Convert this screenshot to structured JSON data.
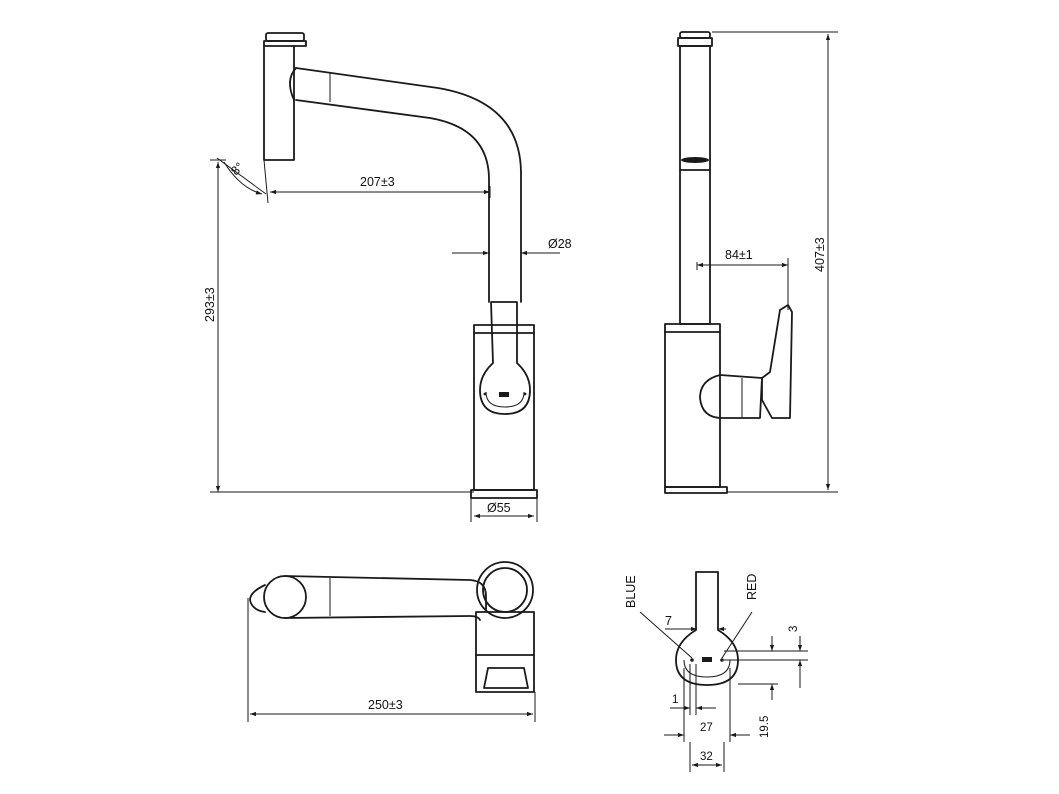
{
  "dimensions": {
    "angle": "8°",
    "spout_reach": "207±3",
    "spout_diameter": "Ø28",
    "height_front": "293±3",
    "base_diameter": "Ø55",
    "handle_offset": "84±1",
    "total_height": "407±3",
    "top_length": "250±3",
    "dim_7": "7",
    "dim_3": "3",
    "dim_1": "1",
    "dim_27": "27",
    "dim_19_5": "19.5",
    "dim_32": "32"
  },
  "labels": {
    "blue": "BLUE",
    "red": "RED"
  }
}
